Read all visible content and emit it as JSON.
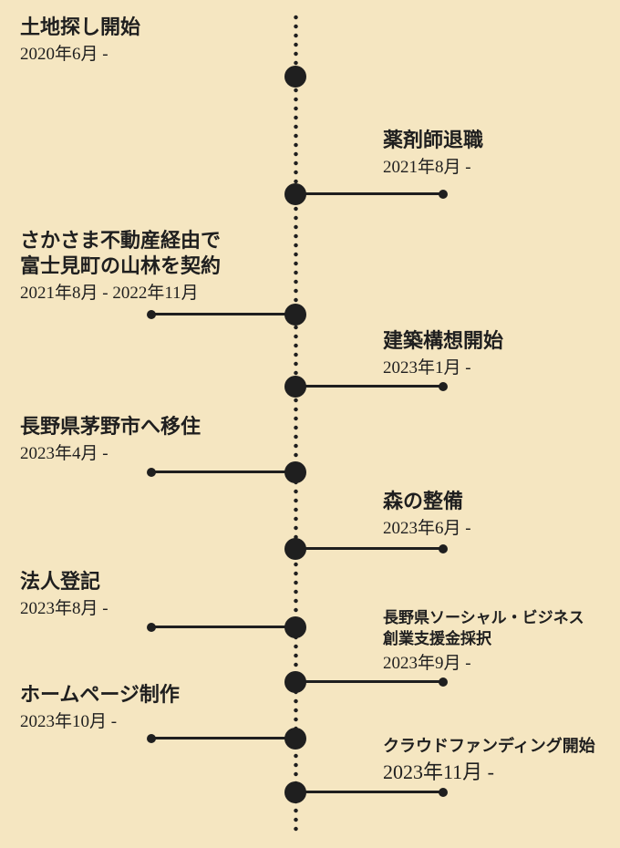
{
  "theme": {
    "background": "#f5e6c1",
    "ink": "#1f1f1f"
  },
  "timeline": {
    "events": [
      {
        "side": "left",
        "title_lines": [
          "土地探し開始"
        ],
        "date": "2020年6月 -"
      },
      {
        "side": "right",
        "title_lines": [
          "薬剤師退職"
        ],
        "date": "2021年8月 -"
      },
      {
        "side": "left",
        "title_lines": [
          "さかさま不動産経由で",
          "富士見町の山林を契約"
        ],
        "date": "2021年8月 - 2022年11月"
      },
      {
        "side": "right",
        "title_lines": [
          "建築構想開始"
        ],
        "date": "2023年1月 -"
      },
      {
        "side": "left",
        "title_lines": [
          "長野県茅野市へ移住"
        ],
        "date": "2023年4月 -"
      },
      {
        "side": "right",
        "title_lines": [
          "森の整備"
        ],
        "date": "2023年6月 -"
      },
      {
        "side": "left",
        "title_lines": [
          "法人登記"
        ],
        "date": "2023年8月 -"
      },
      {
        "side": "right",
        "title_lines": [
          "長野県ソーシャル・ビジネス",
          "創業支援金採択"
        ],
        "date": "2023年9月 -"
      },
      {
        "side": "left",
        "title_lines": [
          "ホームページ制作"
        ],
        "date": "2023年10月 -"
      },
      {
        "side": "right",
        "title_lines": [
          "クラウドファンディング開始"
        ],
        "date": "2023年11月 -"
      }
    ]
  }
}
